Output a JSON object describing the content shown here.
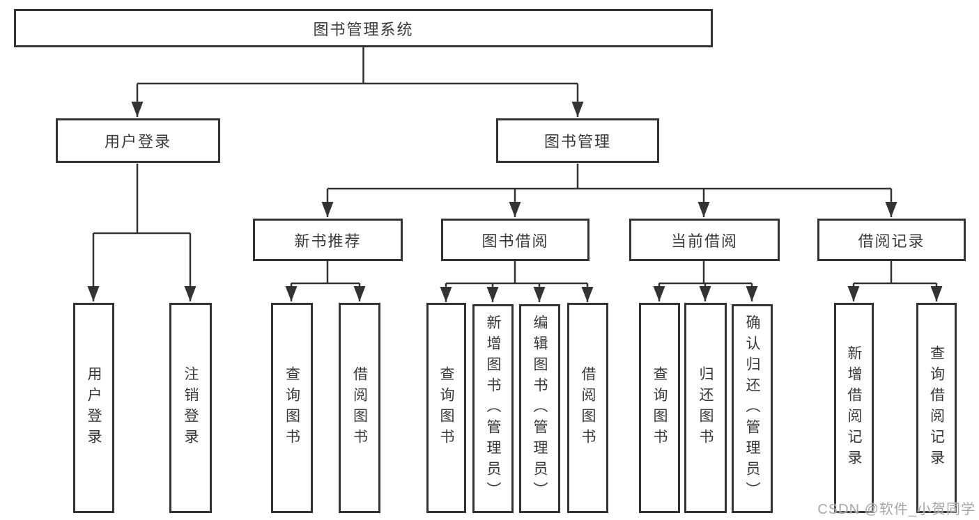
{
  "nodes": {
    "root": "图书管理系统",
    "user_login": "用户登录",
    "book_mgmt": "图书管理",
    "new_book_rec": "新书推荐",
    "book_borrow": "图书借阅",
    "current_borrow": "当前借阅",
    "borrow_records": "借阅记录",
    "leaf_user_login": "用户登录",
    "leaf_logout": "注销登录",
    "leaf_nbr_query": "查询图书",
    "leaf_nbr_borrow": "借阅图书",
    "leaf_bb_query": "查询图书",
    "leaf_bb_add": "新增图书（管理员）",
    "leaf_bb_edit": "编辑图书（管理员）",
    "leaf_bb_borrow": "借阅图书",
    "leaf_cb_query": "查询图书",
    "leaf_cb_return": "归还图书",
    "leaf_cb_confirm": "确认归还（管理员）",
    "leaf_br_add": "新增借阅记录",
    "leaf_br_query": "查询借阅记录"
  },
  "watermark": "CSDN @软件_小贺同学",
  "colors": {
    "line": "#333333",
    "text": "#383838",
    "watermark": "#a6a6a6"
  }
}
